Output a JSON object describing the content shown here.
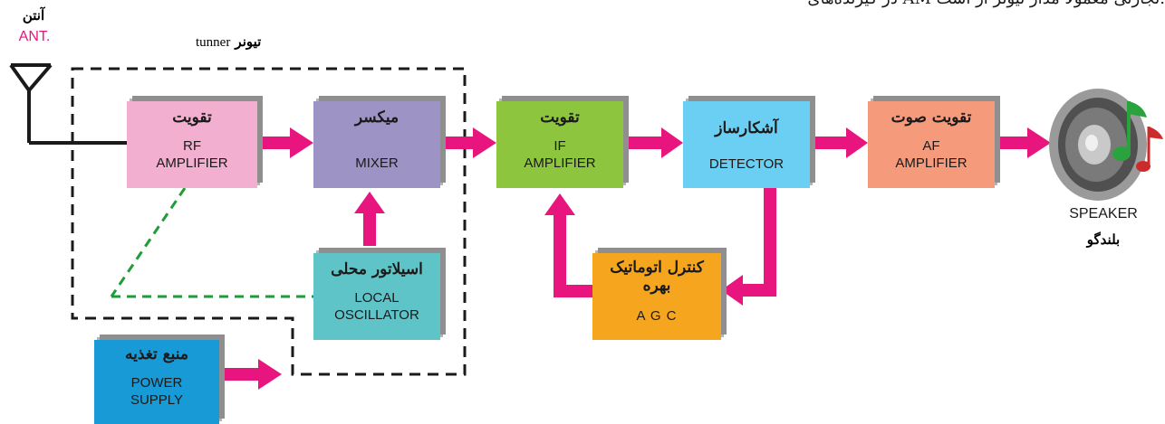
{
  "header_text": "در گیرنده‌های AM تجارتی معمولاً مدار تیونر از است.",
  "antenna": {
    "label_fa": "آنتن",
    "label_en": "ANT."
  },
  "tuner": {
    "label_fa": "تیونر",
    "label_en": "tunner"
  },
  "blocks": {
    "rf": {
      "fa": "تقویت",
      "en1": "RF",
      "en2": "AMPLIFIER"
    },
    "mixer": {
      "fa": "میکسر",
      "en1": "MIXER"
    },
    "if": {
      "fa": "تقویت",
      "en1": "IF",
      "en2": "AMPLIFIER"
    },
    "det": {
      "fa": "آشکارساز",
      "en1": "DETECTOR"
    },
    "af": {
      "fa": "تقویت صوت",
      "en1": "AF",
      "en2": "AMPLIFIER"
    },
    "lo": {
      "fa": "اسیلاتور محلی",
      "en1": "LOCAL",
      "en2": "OSCILLATOR"
    },
    "agc": {
      "fa1": "کنترل اتوماتیک",
      "fa2": "بهره",
      "en1": "A G C"
    },
    "ps": {
      "fa": "منبع تغذیه",
      "en1": "POWER",
      "en2": "SUPPLY"
    }
  },
  "speaker": {
    "label_en": "SPEAKER",
    "label_fa": "بلندگو"
  },
  "colors": {
    "rf": "#f2afcf",
    "mixer": "#9e93c5",
    "if": "#8dc53e",
    "det": "#6acff2",
    "af": "#f59a7a",
    "lo": "#5ec4c8",
    "agc": "#f6a51e",
    "ps": "#189ad6",
    "arrow": "#e8157f",
    "tuner_border": "#1a1a1a",
    "dashed_link": "#1f9c3a",
    "antenna_label": "#e8157f"
  }
}
